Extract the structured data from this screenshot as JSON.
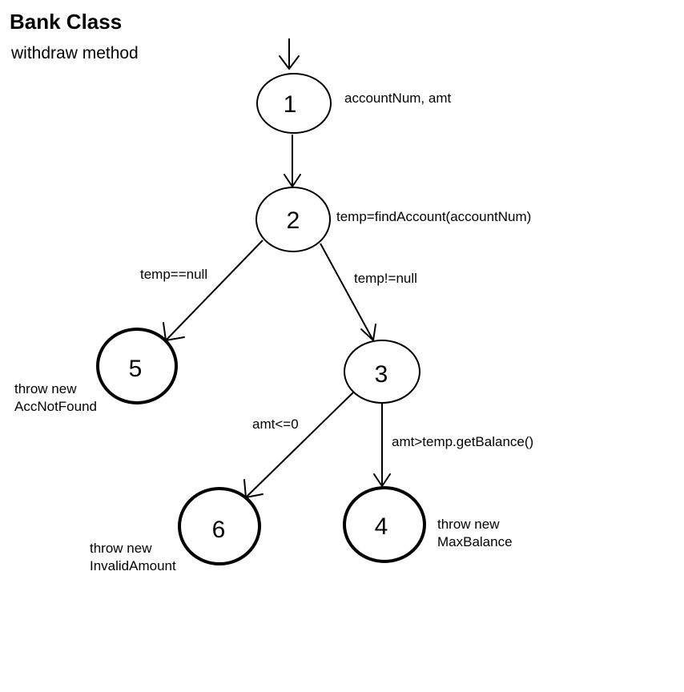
{
  "title": "Bank Class",
  "subtitle": "withdraw method",
  "nodes": [
    {
      "id": "1",
      "label": "1",
      "annotation": [
        "accountNum, amt"
      ],
      "emphasis": false
    },
    {
      "id": "2",
      "label": "2",
      "annotation": [
        "temp=findAccount(accountNum)"
      ],
      "emphasis": false
    },
    {
      "id": "3",
      "label": "3",
      "annotation": [],
      "emphasis": false
    },
    {
      "id": "4",
      "label": "4",
      "annotation": [
        "throw new",
        "MaxBalance"
      ],
      "emphasis": true
    },
    {
      "id": "5",
      "label": "5",
      "annotation": [
        "throw new",
        "AccNotFound"
      ],
      "emphasis": true
    },
    {
      "id": "6",
      "label": "6",
      "annotation": [
        "throw new",
        "InvalidAmount"
      ],
      "emphasis": true
    }
  ],
  "edges": [
    {
      "from": "entry",
      "to": "1",
      "label": ""
    },
    {
      "from": "1",
      "to": "2",
      "label": ""
    },
    {
      "from": "2",
      "to": "5",
      "label": "temp==null"
    },
    {
      "from": "2",
      "to": "3",
      "label": "temp!=null"
    },
    {
      "from": "3",
      "to": "6",
      "label": "amt<=0"
    },
    {
      "from": "3",
      "to": "4",
      "label": "amt>temp.getBalance()"
    }
  ]
}
